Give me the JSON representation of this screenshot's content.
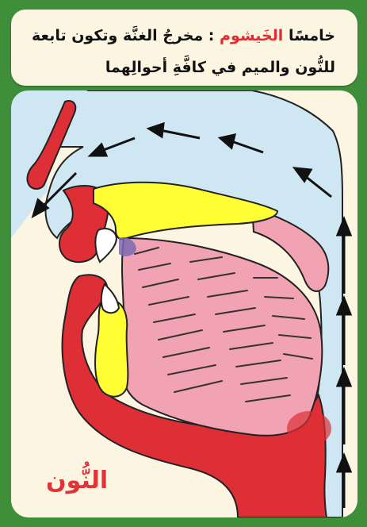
{
  "header": {
    "number_word": "خامسًا",
    "organ_name": "الخَيشوم",
    "definition": ": مخرجُ الغنَّة وتكون تابعة",
    "line2": "للنُّون والميم في كافَّةِ أحوالِهما"
  },
  "diagram": {
    "letter_label": "النُّون"
  },
  "colors": {
    "frame": "#3f8f3a",
    "card": "#fbf5e2",
    "airway": "#cfe7f3",
    "flesh": "#dd2f35",
    "tongue": "#f2a3b3",
    "gum": "#ffff33",
    "arrow": "#111111"
  },
  "icons": [
    "arrow-icon",
    "tooth-icon"
  ]
}
